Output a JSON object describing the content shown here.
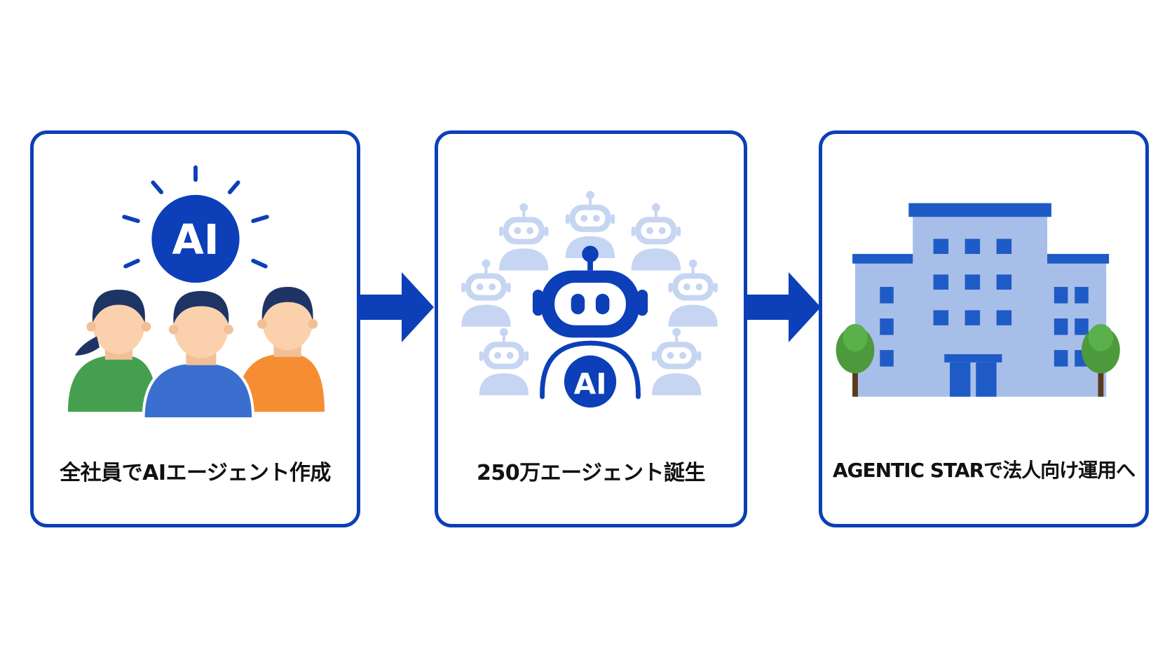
{
  "steps": [
    {
      "label": "全社員でAIエージェント作成",
      "badge": "AI",
      "icon": "ai-people-icon"
    },
    {
      "label": "250万エージェント誕生",
      "badge": "AI",
      "icon": "robot-swarm-icon"
    },
    {
      "label": "AGENTIC STARで法人向け運用へ",
      "icon": "office-building-icon"
    }
  ],
  "colors": {
    "primary": "#0c3fb8",
    "light_robot": "#c5d5f2",
    "building": "#a7bfe8",
    "window": "#1f5bc6",
    "tree": "#4c9a3c",
    "skin": "#fbd1ad",
    "hair": "#1e3465",
    "green_shirt": "#44a04e",
    "blue_shirt": "#3a6fcf",
    "orange_shirt": "#f58e33"
  }
}
